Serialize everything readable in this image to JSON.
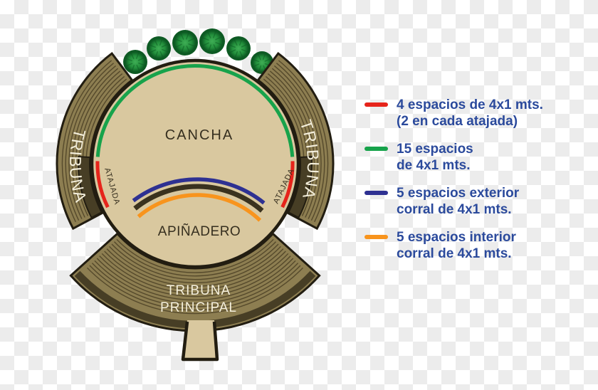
{
  "background": {
    "checker_light": "#ffffff",
    "checker_dark": "#ececec"
  },
  "diagram": {
    "labels": {
      "court": "CANCHA",
      "apinadero": "APIÑADERO",
      "atajada_left": "ATAJADA",
      "atajada_right": "ATAJADA",
      "tribuna_left": "TRIBUNA",
      "tribuna_right": "TRIBUNA",
      "tribuna_principal_line1": "TRIBUNA",
      "tribuna_principal_line2": "PRINCIPAL"
    },
    "tree_count": 6,
    "colors": {
      "court_fill": "#d9c89f",
      "stand_fill": "#8d7e51",
      "stand_line": "#55492b",
      "outline": "#221d11",
      "wall_dark": "#473e25",
      "corral_wall": "#3a321e",
      "green_arc": "#17a34b",
      "red_arc": "#e6241b",
      "blue_arc": "#2e3192",
      "orange_arc": "#f8941d",
      "tree_light": "#3fae55",
      "tree_mid": "#23903c",
      "tree_dark": "#0d5a23",
      "label_dark": "#362f1f",
      "label_light": "#f4efdc"
    }
  },
  "legend": {
    "text_color": "#2b4a9c",
    "items": [
      {
        "color": "#e6241b",
        "lines": [
          "4 espacios de 4x1 mts.",
          "(2 en cada atajada)"
        ]
      },
      {
        "color": "#17a34b",
        "lines": [
          "15 espacios",
          "de 4x1 mts."
        ]
      },
      {
        "color": "#2e3192",
        "lines": [
          "5 espacios exterior",
          "corral de 4x1 mts."
        ]
      },
      {
        "color": "#f8941d",
        "lines": [
          "5 espacios interior",
          "corral de 4x1 mts."
        ]
      }
    ]
  }
}
